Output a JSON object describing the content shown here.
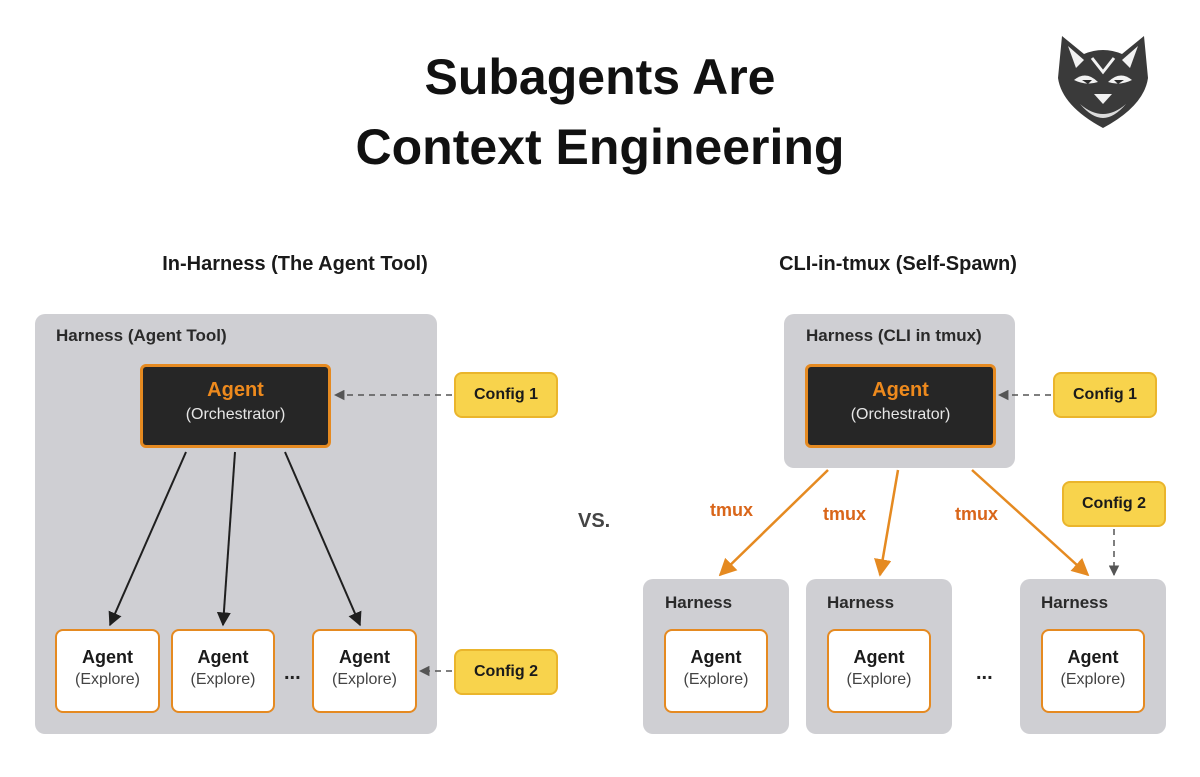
{
  "title": {
    "line1": "Subagents Are",
    "line2": "Context Engineering"
  },
  "left": {
    "heading": "In-Harness (The Agent Tool)",
    "harness_label": "Harness (Agent Tool)",
    "orchestrator": {
      "name": "Agent",
      "role": "(Orchestrator)"
    },
    "subagents": [
      {
        "name": "Agent",
        "role": "(Explore)"
      },
      {
        "name": "Agent",
        "role": "(Explore)"
      },
      {
        "name": "Agent",
        "role": "(Explore)"
      }
    ],
    "ellipsis": "...",
    "config1": "Config 1",
    "config2": "Config 2"
  },
  "vs": "VS.",
  "right": {
    "heading": "CLI-in-tmux (Self-Spawn)",
    "harness_label": "Harness (CLI in tmux)",
    "orchestrator": {
      "name": "Agent",
      "role": "(Orchestrator)"
    },
    "children": [
      {
        "harness": "Harness",
        "name": "Agent",
        "role": "(Explore)"
      },
      {
        "harness": "Harness",
        "name": "Agent",
        "role": "(Explore)"
      },
      {
        "harness": "Harness",
        "name": "Agent",
        "role": "(Explore)"
      }
    ],
    "tmux_labels": [
      "tmux",
      "tmux",
      "tmux"
    ],
    "ellipsis": "...",
    "config1": "Config 1",
    "config2": "Config 2"
  },
  "colors": {
    "accent_orange": "#e58a21",
    "config_yellow": "#f8d34c",
    "harness_gray": "#cfcfd3",
    "orchestrator_dark": "#262626"
  },
  "icons": {
    "logo": "wildcat-head-icon"
  }
}
